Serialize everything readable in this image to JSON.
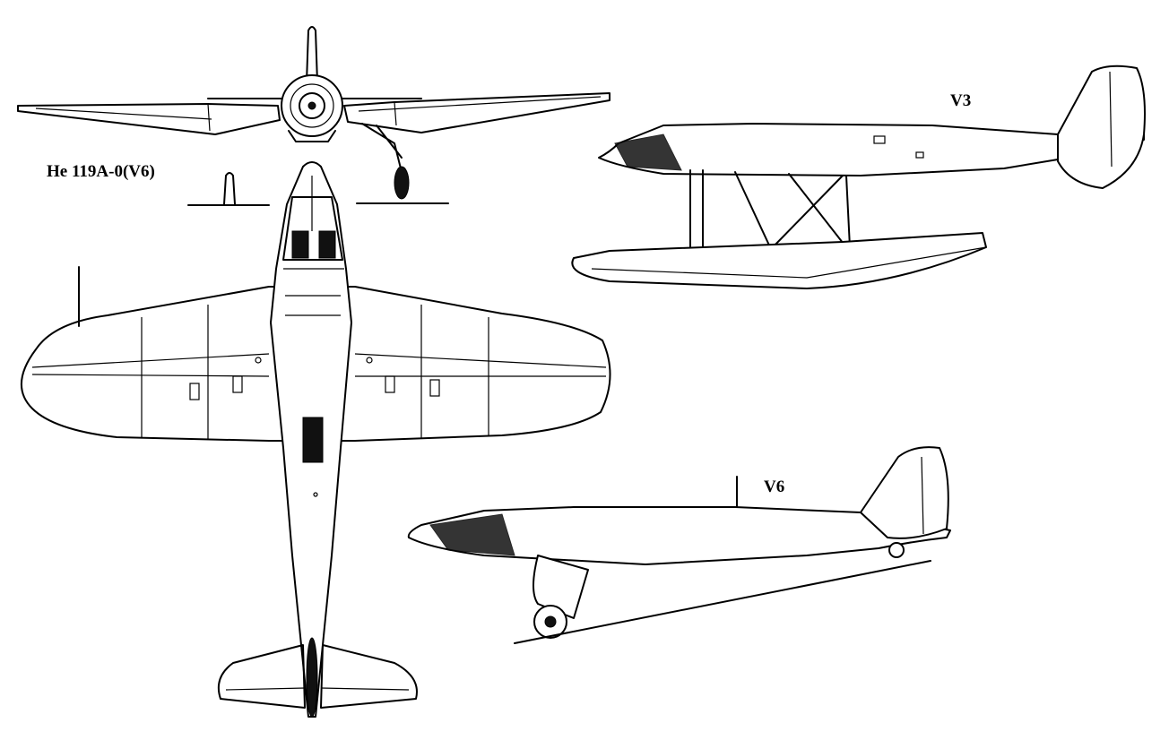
{
  "labels": {
    "main_view": "He 119A-0(V6)",
    "seaplane_view": "V3",
    "landplane_view": "V6"
  }
}
